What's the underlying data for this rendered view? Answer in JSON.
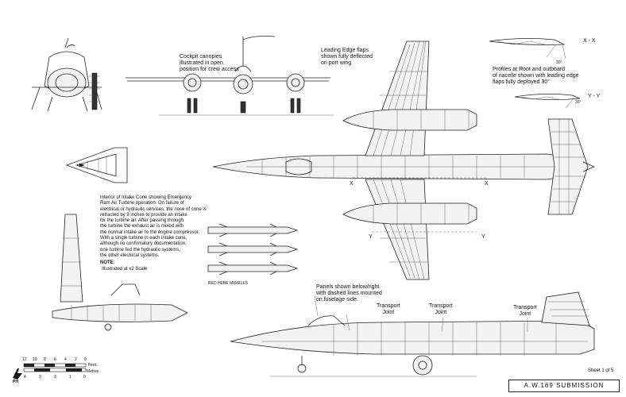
{
  "notes": {
    "canopies": "Cockpit canopies\nillustrated in open\nposition for crew access",
    "leading_edge": "Leading Edge flaps\nshown fully deflected\non port wing",
    "profiles": "Profiles at Root and outboard\nof nacelle shown with leading edge\nflaps fully deployed 30°",
    "intake_cone": "Interior of Intake Cone showing Emergency\nRam Air Turbine operation. On failure of\nelectrical or hydraulic services, the nose of cone is\nretracted by 9 inches to provide an intake\nfor the turbine air. After passing through\nthe turbine the exhaust air is mixed with\nthe normal intake air to the engine compressor.\nWith a single turbine in each intake cone,\nalthough no confirmatory documentation,\none turbine fed the hydraulic systems,\nthe other electrical systems.",
    "note_word": "NOTE:",
    "scale_note": "Illustrated at x2 Scale",
    "panels": "Panels shown below/right\nwith dashed lines mounted\non fuselage side."
  },
  "labels": {
    "section_xx": "X - X",
    "section_yy": "Y - Y",
    "x_mark": "X",
    "y_mark": "Y",
    "missiles": "RED HEBE MISSILES",
    "transport_joint_1": "Transport\nJoint",
    "transport_joint_2": "Transport\nJoint",
    "transport_joint_3": "Transport\nJoint",
    "angle_1": "30°",
    "angle_2": "30°"
  },
  "scale_bar": {
    "feet_label": "Feet",
    "metres_label": "Metres",
    "feet_ticks": [
      "12",
      "10",
      "8",
      "6",
      "4",
      "2",
      "0"
    ],
    "metre_ticks": [
      "4",
      "3",
      "2",
      "1",
      "0"
    ],
    "initials": "PH"
  },
  "title_block": {
    "title": "A.W.169  SUBMISSION",
    "sheet": "Sheet 1 of 5"
  }
}
